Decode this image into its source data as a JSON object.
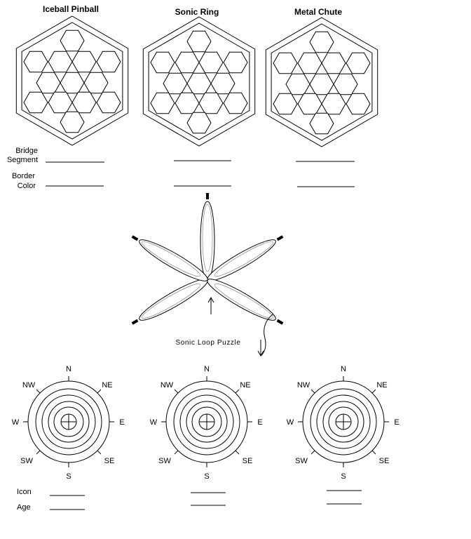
{
  "hex_panels": {
    "titles": [
      "Iceball Pinball",
      "Sonic Ring",
      "Metal Chute"
    ],
    "row_labels": {
      "bridge_line1": "Bridge",
      "bridge_line2": "Segment",
      "border_line1": "Border",
      "border_line2": "Color"
    }
  },
  "loop": {
    "caption": "Sonic Loop Puzzle"
  },
  "compasses": {
    "directions": {
      "n": "N",
      "ne": "NE",
      "e": "E",
      "se": "SE",
      "s": "S",
      "sw": "SW",
      "w": "W",
      "nw": "NW"
    },
    "row_labels": {
      "icon": "Icon",
      "age": "Age"
    }
  }
}
